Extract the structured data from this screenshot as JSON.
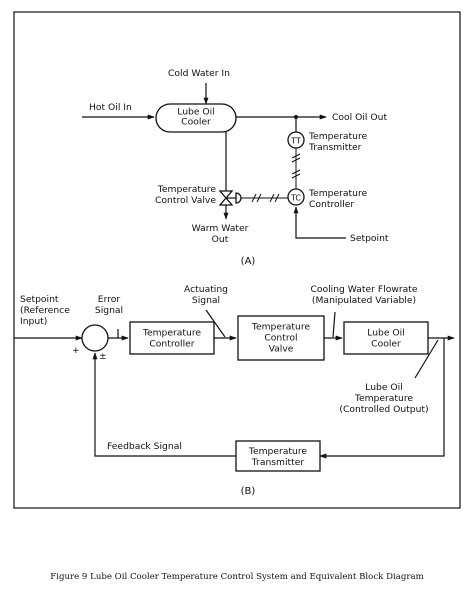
{
  "part_a": {
    "part_label": "(A)",
    "cooler": "Lube Oil\nCooler",
    "cold_water_in": "Cold Water In",
    "hot_oil_in": "Hot Oil In",
    "cool_oil_out": "Cool Oil Out",
    "tt_symbol": "TT",
    "tc_symbol": "TC",
    "temperature_transmitter": "Temperature\nTransmitter",
    "temperature_controller": "Temperature\nController",
    "temperature_control_valve": "Temperature\nControl Valve",
    "warm_water_out": "Warm Water\nOut",
    "setpoint": "Setpoint"
  },
  "part_b": {
    "part_label": "(B)",
    "setpoint_input": "Setpoint\n(Reference\nInput)",
    "error_signal": "Error\nSignal",
    "plus": "+",
    "plus_minus": "±",
    "actuating_signal": "Actuating\nSignal",
    "cooling_water_flowrate": "Cooling Water Flowrate\n(Manipulated Variable)",
    "temperature_controller": "Temperature\nController",
    "temperature_control_valve": "Temperature\nControl\nValve",
    "lube_oil_cooler": "Lube Oil\nCooler",
    "lube_oil_temperature": "Lube Oil\nTemperature\n(Controlled Output)",
    "feedback_signal": "Feedback Signal",
    "temperature_transmitter": "Temperature\nTransmitter"
  },
  "caption": "Figure 9  Lube Oil Cooler Temperature Control System and Equivalent Block Diagram"
}
